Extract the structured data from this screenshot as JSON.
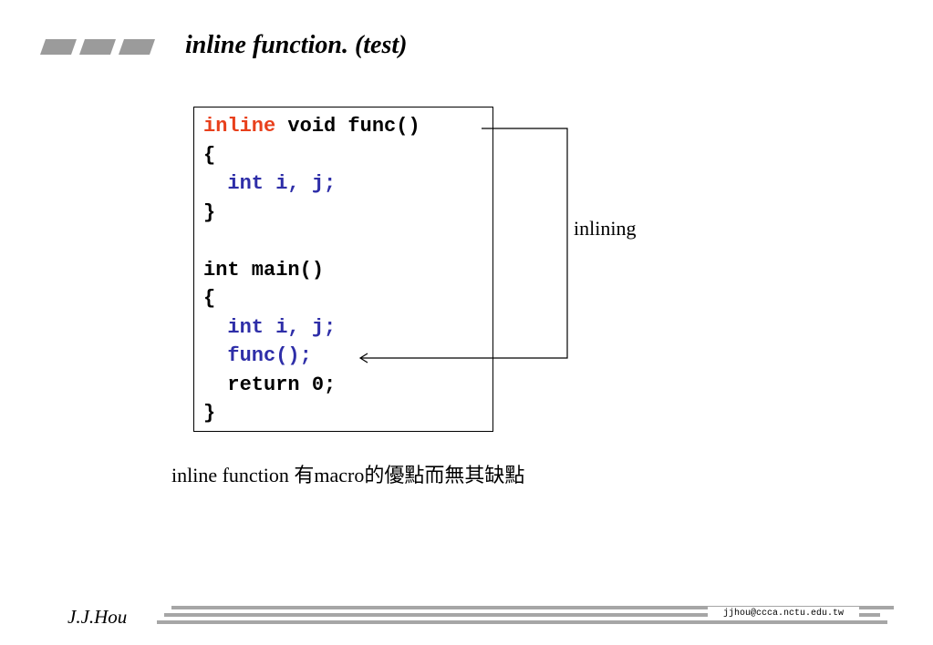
{
  "header": {
    "title": "inline function. (test)",
    "decor_icon": "three-gray-parallelograms"
  },
  "code": {
    "lines": [
      [
        {
          "t": "inline",
          "c": "red"
        },
        {
          "t": " void func()",
          "c": "black"
        }
      ],
      [
        {
          "t": "{",
          "c": "black"
        }
      ],
      [
        {
          "t": "  int i, j;",
          "c": "blue"
        }
      ],
      [
        {
          "t": "}",
          "c": "black"
        }
      ],
      [
        {
          "t": "",
          "c": "black"
        }
      ],
      [
        {
          "t": "int main()",
          "c": "black"
        }
      ],
      [
        {
          "t": "{",
          "c": "black"
        }
      ],
      [
        {
          "t": "  int i, j;",
          "c": "blue"
        }
      ],
      [
        {
          "t": "  func();",
          "c": "blue"
        }
      ],
      [
        {
          "t": "  return 0;",
          "c": "black"
        }
      ],
      [
        {
          "t": "}",
          "c": "black"
        }
      ]
    ],
    "colors": {
      "red": "#e8401c",
      "blue": "#2e2ea8",
      "black": "#000000"
    }
  },
  "annotation": {
    "label": "inlining"
  },
  "caption": "inline function 有macro的優點而無其缺點",
  "footer": {
    "author": "J.J.Hou",
    "email": "jjhou@ccca.nctu.edu.tw",
    "bar_color": "#a6a6a6"
  }
}
